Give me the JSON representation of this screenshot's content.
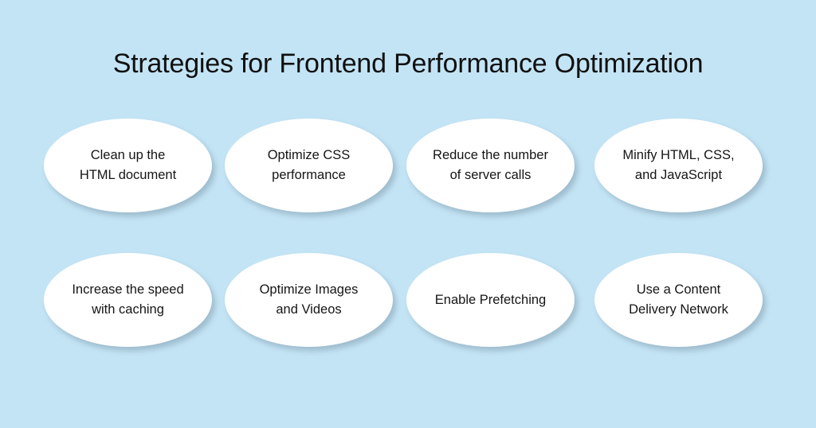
{
  "slide": {
    "title": "Strategies for Frontend Performance Optimization",
    "background_color": "#c3e4f5",
    "title_color": "#101010",
    "node_fill_color": "#ffffff",
    "node_text_color": "#151515"
  },
  "nodes": [
    {
      "id": "clean-up-html-document",
      "label": "Clean up the\nHTML document",
      "row": 1,
      "column": 1
    },
    {
      "id": "optimize-css-performance",
      "label": "Optimize CSS\nperformance",
      "row": 1,
      "column": 2
    },
    {
      "id": "reduce-server-calls",
      "label": "Reduce the number\nof server calls",
      "row": 1,
      "column": 3
    },
    {
      "id": "minify-html-css-javascript",
      "label": "Minify HTML, CSS,\nand JavaScript",
      "row": 1,
      "column": 4
    },
    {
      "id": "increase-speed-with-caching",
      "label": "Increase the speed\nwith caching",
      "row": 2,
      "column": 1
    },
    {
      "id": "optimize-images-and-videos",
      "label": "Optimize Images\nand Videos",
      "row": 2,
      "column": 2
    },
    {
      "id": "enable-prefetching",
      "label": "Enable Prefetching",
      "row": 2,
      "column": 3
    },
    {
      "id": "use-content-delivery-network",
      "label": "Use a Content\nDelivery Network",
      "row": 2,
      "column": 4
    }
  ]
}
